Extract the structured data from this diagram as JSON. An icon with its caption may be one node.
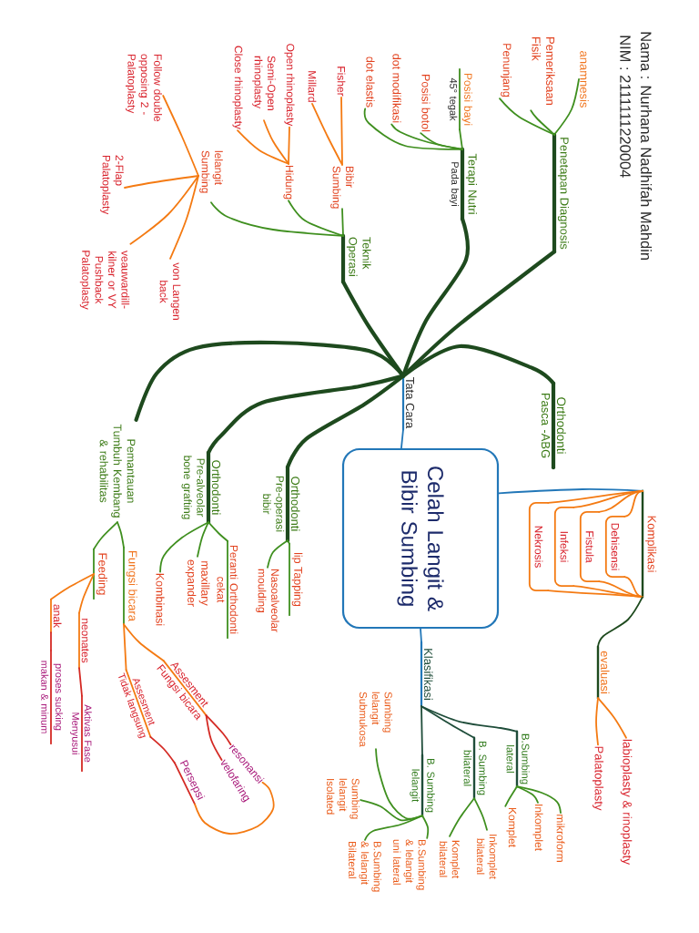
{
  "diagram": {
    "nodes": [
      {
        "text": [
          "Celah Langit & Bibir Sumbing"
        ]
      },
      {
        "text": [
          "Tata Cara"
        ]
      },
      {
        "text": [
          "Penetapan Diagnosis"
        ]
      },
      {
        "text": [
          "anamnesis"
        ]
      },
      {
        "text": [
          "Pemeriksaan Fisik"
        ]
      },
      {
        "text": [
          "Penunjang"
        ]
      },
      {
        "text": [
          "Terapi Nutri",
          "Pada bayi"
        ]
      },
      {
        "text": [
          "Posisi bayi",
          "45° tegak"
        ]
      },
      {
        "text": [
          "Posisi botol"
        ]
      },
      {
        "text": [
          "dot modifikasi"
        ]
      },
      {
        "text": [
          "dot elastis"
        ]
      },
      {
        "text": [
          "Teknik Operasi"
        ]
      },
      {
        "text": [
          "Bibir Sumbing"
        ]
      },
      {
        "text": [
          "Fisher"
        ]
      },
      {
        "text": [
          "Millard"
        ]
      },
      {
        "text": [
          "Hidung"
        ]
      },
      {
        "text": [
          "Open rhinoplasty"
        ]
      },
      {
        "text": [
          "Semi-Open rhinoplasty"
        ]
      },
      {
        "text": [
          "Close rhinoplasty"
        ]
      },
      {
        "text": [
          "lelangit Sumbing"
        ]
      },
      {
        "text": [
          "Follow double opposing 2 - Palatoplasty"
        ]
      },
      {
        "text": [
          "2-Flap Palatoplasty"
        ]
      },
      {
        "text": [
          "veauwardill- kilner or VY Pushback Palatoplasty"
        ]
      },
      {
        "text": [
          "von Langen back"
        ]
      },
      {
        "text": [
          "Pemantauan Tumbuh Kembang & rehabilitas"
        ]
      },
      {
        "text": [
          "Fungsi bicara"
        ]
      },
      {
        "text": [
          "Assesment",
          "Fungsi bicara"
        ]
      },
      {
        "text": [
          "resonansi"
        ]
      },
      {
        "text": [
          "velofaring"
        ]
      },
      {
        "text": [
          "Assesment",
          "Tidak langsung"
        ]
      },
      {
        "text": [
          "Persepsi"
        ]
      },
      {
        "text": [
          "Feeding"
        ]
      },
      {
        "text": [
          "neonates"
        ]
      },
      {
        "text": [
          "Aktivas Fase",
          "Menyusui"
        ]
      },
      {
        "text": [
          "anak"
        ]
      },
      {
        "text": [
          "proses sucking",
          "makan & minum"
        ]
      },
      {
        "text": [
          "Orthodonti",
          "Pre-alveolar bone grafting"
        ]
      },
      {
        "text": [
          "Peranti Orthodonti",
          "cekat"
        ]
      },
      {
        "text": [
          "maxillary expander"
        ]
      },
      {
        "text": [
          "Kombinasi"
        ]
      },
      {
        "text": [
          "Orthodonti",
          "Pre-operasi bibir"
        ]
      },
      {
        "text": [
          "lip Tapping"
        ]
      },
      {
        "text": [
          "Nasoalveolar moulding"
        ]
      },
      {
        "text": [
          "Orthodonti",
          "Pasca -ABG"
        ]
      },
      {
        "text": [
          "Komplikasi"
        ]
      },
      {
        "text": [
          "Dehisensi"
        ]
      },
      {
        "text": [
          "Fistula"
        ]
      },
      {
        "text": [
          "Infeksi"
        ]
      },
      {
        "text": [
          "Nekrosis"
        ]
      },
      {
        "text": [
          "evaluasi"
        ]
      },
      {
        "text": [
          "labioplasty & rinoplasty"
        ]
      },
      {
        "text": [
          "Palatoplasty"
        ]
      },
      {
        "text": [
          "Klasifikasi"
        ]
      },
      {
        "text": [
          "B.Sumbing",
          "lateral"
        ]
      },
      {
        "text": [
          "Komplet"
        ]
      },
      {
        "text": [
          "Inkomplet"
        ]
      },
      {
        "text": [
          "mikroform"
        ]
      },
      {
        "text": [
          "B. Sumbing",
          "bilateral"
        ]
      },
      {
        "text": [
          "Komplet bilateral"
        ]
      },
      {
        "text": [
          "Inkomplet bilateral"
        ]
      },
      {
        "text": [
          "B. Sumbing",
          "lelangit"
        ]
      },
      {
        "text": [
          "Sumbing lelangit Submukosa"
        ]
      },
      {
        "text": [
          "Sumbing lelangit Isolated"
        ]
      },
      {
        "text": [
          "B.Sumbing & lelangit uni lateral"
        ]
      },
      {
        "text": [
          "B.Sumbing & lelangit Bilateral"
        ]
      }
    ],
    "edges": [
      {
        "from": 0,
        "to": 1,
        "arrow": "none",
        "color": "#2277b8"
      },
      {
        "from": 1,
        "to": 2,
        "arrow": "none",
        "style": "thick",
        "color": "#1e4a1e"
      },
      {
        "from": 1,
        "to": 6,
        "arrow": "none",
        "style": "thick",
        "color": "#1e4a1e"
      },
      {
        "from": 1,
        "to": 11,
        "arrow": "none",
        "style": "thick",
        "color": "#1e4a1e"
      },
      {
        "from": 1,
        "to": 24,
        "arrow": "none",
        "style": "thick",
        "color": "#1e4a1e"
      },
      {
        "from": 1,
        "to": 36,
        "arrow": "none",
        "style": "thick",
        "color": "#1e4a1e"
      },
      {
        "from": 1,
        "to": 40,
        "arrow": "none",
        "style": "thick",
        "color": "#1e4a1e"
      },
      {
        "from": 1,
        "to": 43,
        "arrow": "none",
        "style": "thick",
        "color": "#1e4a1e"
      },
      {
        "from": 2,
        "to": 3,
        "arrow": "none"
      },
      {
        "from": 2,
        "to": 4,
        "arrow": "none"
      },
      {
        "from": 2,
        "to": 5,
        "arrow": "none"
      },
      {
        "from": 6,
        "to": 7,
        "arrow": "none"
      },
      {
        "from": 6,
        "to": 8,
        "arrow": "none"
      },
      {
        "from": 6,
        "to": 9,
        "arrow": "none"
      },
      {
        "from": 6,
        "to": 10,
        "arrow": "none"
      },
      {
        "from": 11,
        "to": 12,
        "arrow": "none"
      },
      {
        "from": 11,
        "to": 15,
        "arrow": "none"
      },
      {
        "from": 11,
        "to": 19,
        "arrow": "none"
      },
      {
        "from": 12,
        "to": 13,
        "arrow": "none",
        "color": "#f47a12"
      },
      {
        "from": 12,
        "to": 14,
        "arrow": "none",
        "color": "#f47a12"
      },
      {
        "from": 15,
        "to": 16,
        "arrow": "none",
        "color": "#f47a12"
      },
      {
        "from": 15,
        "to": 17,
        "arrow": "none",
        "color": "#f47a12"
      },
      {
        "from": 15,
        "to": 18,
        "arrow": "none",
        "color": "#f47a12"
      },
      {
        "from": 19,
        "to": 20,
        "arrow": "none",
        "color": "#f47a12"
      },
      {
        "from": 19,
        "to": 21,
        "arrow": "none",
        "color": "#f47a12"
      },
      {
        "from": 19,
        "to": 22,
        "arrow": "none",
        "color": "#f47a12"
      },
      {
        "from": 19,
        "to": 23,
        "arrow": "none",
        "color": "#f47a12"
      },
      {
        "from": 24,
        "to": 25,
        "arrow": "none"
      },
      {
        "from": 24,
        "to": 31,
        "arrow": "none"
      },
      {
        "from": 25,
        "to": 26,
        "arrow": "none",
        "color": "#f47a12"
      },
      {
        "from": 25,
        "to": 29,
        "arrow": "none",
        "color": "#f47a12"
      },
      {
        "from": 26,
        "to": 27,
        "arrow": "none",
        "color": "#d42a24"
      },
      {
        "from": 26,
        "to": 28,
        "arrow": "none",
        "color": "#d42a24"
      },
      {
        "from": 29,
        "to": 30,
        "arrow": "none",
        "color": "#d42a24"
      },
      {
        "from": 30,
        "to": 27,
        "arrow": "none",
        "color": "#f47a12"
      },
      {
        "from": 31,
        "to": 32,
        "arrow": "none",
        "color": "#f47a12"
      },
      {
        "from": 32,
        "to": 33,
        "arrow": "none",
        "color": "#d42a24"
      },
      {
        "from": 31,
        "to": 34,
        "arrow": "none",
        "color": "#f47a12"
      },
      {
        "from": 34,
        "to": 35,
        "arrow": "none",
        "color": "#d42a24"
      },
      {
        "from": 36,
        "to": 37,
        "arrow": "none"
      },
      {
        "from": 36,
        "to": 38,
        "arrow": "none"
      },
      {
        "from": 36,
        "to": 39,
        "arrow": "none"
      },
      {
        "from": 40,
        "to": 41,
        "arrow": "none"
      },
      {
        "from": 40,
        "to": 42,
        "arrow": "none"
      },
      {
        "from": 0,
        "to": 44,
        "arrow": "none",
        "color": "#2277b8"
      },
      {
        "from": 44,
        "to": 45,
        "arrow": "none",
        "color": "#f47a12"
      },
      {
        "from": 44,
        "to": 46,
        "arrow": "none",
        "color": "#f47a12"
      },
      {
        "from": 44,
        "to": 47,
        "arrow": "none",
        "color": "#f47a12"
      },
      {
        "from": 44,
        "to": 48,
        "arrow": "none",
        "color": "#f47a12"
      },
      {
        "from": 44,
        "to": 49,
        "arrow": "none",
        "color": "#1e4a1e"
      },
      {
        "from": 49,
        "to": 50,
        "arrow": "none",
        "color": "#f47a12"
      },
      {
        "from": 49,
        "to": 51,
        "arrow": "none",
        "color": "#f47a12"
      },
      {
        "from": 0,
        "to": 52,
        "arrow": "none",
        "color": "#2277b8"
      },
      {
        "from": 52,
        "to": 53,
        "arrow": "none",
        "color": "#1f4d3a"
      },
      {
        "from": 52,
        "to": 57,
        "arrow": "none",
        "color": "#1f4d3a"
      },
      {
        "from": 52,
        "to": 60,
        "arrow": "none",
        "color": "#1f4d3a"
      },
      {
        "from": 53,
        "to": 54,
        "arrow": "none"
      },
      {
        "from": 53,
        "to": 55,
        "arrow": "none"
      },
      {
        "from": 53,
        "to": 56,
        "arrow": "none"
      },
      {
        "from": 57,
        "to": 58,
        "arrow": "none"
      },
      {
        "from": 57,
        "to": 59,
        "arrow": "none"
      },
      {
        "from": 60,
        "to": 61,
        "arrow": "none"
      },
      {
        "from": 60,
        "to": 62,
        "arrow": "none"
      },
      {
        "from": 60,
        "to": 63,
        "arrow": "none"
      },
      {
        "from": 60,
        "to": 64,
        "arrow": "none"
      }
    ],
    "labels": [
      "Nama : Nurhana Nadhifah Mahdin",
      "NIM : 2111111220004"
    ]
  }
}
